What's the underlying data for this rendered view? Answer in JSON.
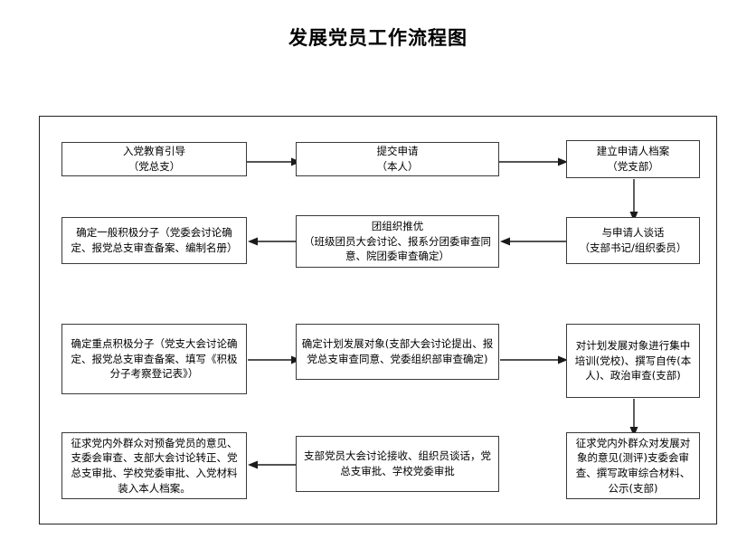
{
  "page": {
    "title": "发展党员工作流程图",
    "accent_color": "#000000",
    "border_color": "#3a3a3a",
    "background_color": "#ffffff"
  },
  "flowchart": {
    "type": "flowchart",
    "layout": "4 rows x 3 columns, serpentine (boustrophedon) flow",
    "nodes": [
      {
        "id": "n1",
        "row": 1,
        "col": 1,
        "line1": "入党教育引导",
        "line2": "（党总支）"
      },
      {
        "id": "n2",
        "row": 1,
        "col": 2,
        "line1": "提交申请",
        "line2": "（本人）"
      },
      {
        "id": "n3",
        "row": 1,
        "col": 3,
        "line1": "建立申请人档案",
        "line2": "（党支部）"
      },
      {
        "id": "n4",
        "row": 2,
        "col": 3,
        "line1": "与申请人谈话",
        "line2": "（支部书记/组织委员）"
      },
      {
        "id": "n5",
        "row": 2,
        "col": 2,
        "line1": "团组织推优",
        "line2": "（班级团员大会讨论、报系分团委审查同意、院团委审查确定）"
      },
      {
        "id": "n6",
        "row": 2,
        "col": 1,
        "line1": "确定一般积极分子（党委会讨论确定、报党总支审查备案、编制名册）",
        "line2": ""
      },
      {
        "id": "n7",
        "row": 3,
        "col": 1,
        "line1": "确定重点积极分子（党支大会讨论确定、报党总支审查备案、填写《积极分子考察登记表》）",
        "line2": ""
      },
      {
        "id": "n8",
        "row": 3,
        "col": 2,
        "line1": "确定计划发展对象(支部大会讨论提出、报党总支审查同意、党委组织部审查确定)",
        "line2": ""
      },
      {
        "id": "n9",
        "row": 3,
        "col": 3,
        "line1": "对计划发展对象进行集中培训(党校)、撰写自传(本人)、政治审查(支部)",
        "line2": ""
      },
      {
        "id": "n10",
        "row": 4,
        "col": 3,
        "line1": "征求党内外群众对发展对象的意见(测评)支委会审查、撰写政审综合材料、公示(支部)",
        "line2": ""
      },
      {
        "id": "n11",
        "row": 4,
        "col": 2,
        "line1": "支部党员大会讨论接收、组织员谈话，党总支审批、学校党委审批",
        "line2": ""
      },
      {
        "id": "n12",
        "row": 4,
        "col": 1,
        "line1": "征求党内外群众对预备党员的意见、支委会审查、支部大会讨论转正、党总支审批、学校党委审批、入党材料装入本人档案。",
        "line2": ""
      }
    ],
    "edges": [
      {
        "from": "n1",
        "to": "n2",
        "direction": "right"
      },
      {
        "from": "n2",
        "to": "n3",
        "direction": "right"
      },
      {
        "from": "n3",
        "to": "n4",
        "direction": "down"
      },
      {
        "from": "n4",
        "to": "n5",
        "direction": "left"
      },
      {
        "from": "n5",
        "to": "n6",
        "direction": "left"
      },
      {
        "from": "n7",
        "to": "n8",
        "direction": "right"
      },
      {
        "from": "n8",
        "to": "n9",
        "direction": "right"
      },
      {
        "from": "n9",
        "to": "n10",
        "direction": "down"
      },
      {
        "from": "n11",
        "to": "n12",
        "direction": "left"
      }
    ]
  }
}
